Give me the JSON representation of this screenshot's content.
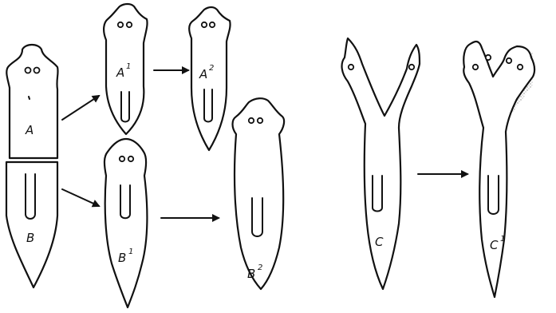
{
  "labels": {
    "a": "A",
    "a1": "A",
    "a1_sup": "1",
    "a2": "A",
    "a2_sup": "2",
    "b": "B",
    "b1": "B",
    "b1_sup": "1",
    "b2": "B",
    "b2_sup": "2",
    "c": "C",
    "c1": "C",
    "c1_sup": "1"
  },
  "colors": {
    "ink": "#111111",
    "stipple": "#9a9a9a",
    "background": "#ffffff"
  }
}
